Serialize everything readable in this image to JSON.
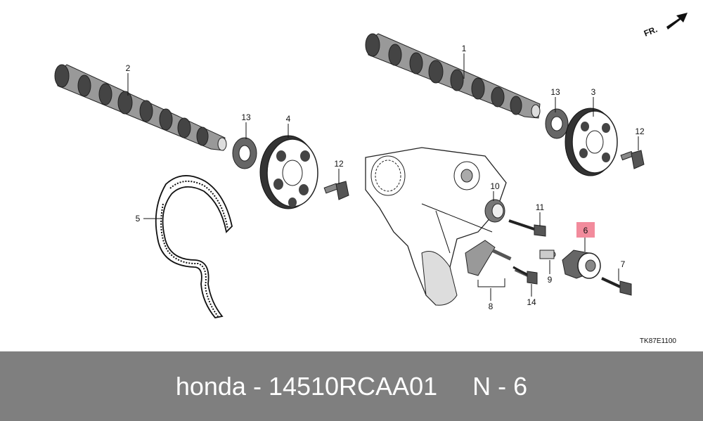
{
  "diagram": {
    "direction_label": "FR.",
    "illustration_code": "TK87E1100",
    "callouts": {
      "c1": "1",
      "c2": "2",
      "c3": "3",
      "c4": "4",
      "c5": "5",
      "c6": "6",
      "c7": "7",
      "c8": "8",
      "c9": "9",
      "c10": "10",
      "c11": "11",
      "c12a": "12",
      "c12b": "12",
      "c13a": "13",
      "c13b": "13",
      "c14": "14"
    },
    "highlight_color": "#f28b9c"
  },
  "caption": {
    "brand": "honda",
    "sep1": " - ",
    "part_number": "14510RCAA01",
    "gap": "     ",
    "ref": "N - 6"
  },
  "colors": {
    "caption_bar": "#7f7f7f",
    "caption_text": "#ffffff"
  }
}
